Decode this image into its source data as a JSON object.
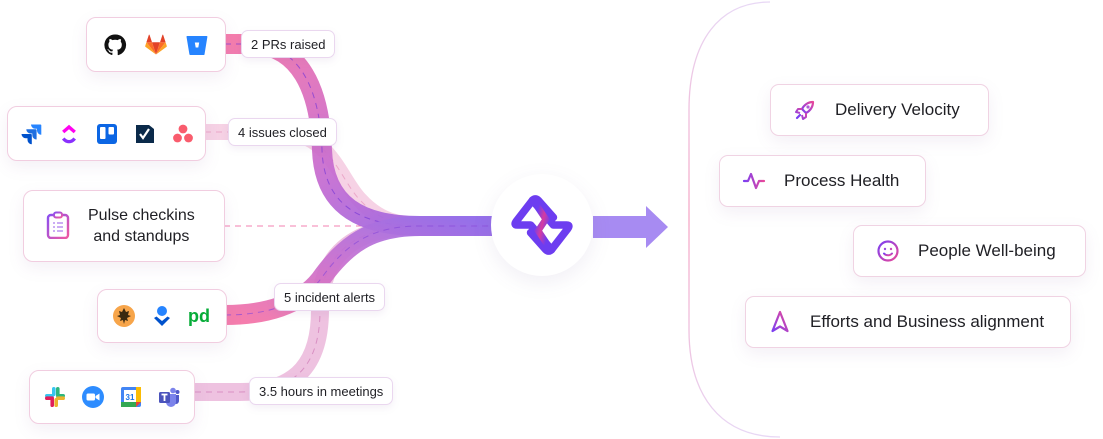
{
  "sources": [
    {
      "id": "code",
      "icons": [
        "github-icon",
        "gitlab-icon",
        "bitbucket-icon"
      ],
      "metric": "2 PRs raised"
    },
    {
      "id": "issues",
      "icons": [
        "jira-icon",
        "clickup-icon",
        "trello-icon",
        "azure-boards-icon",
        "asana-icon"
      ],
      "metric": "4 issues closed"
    },
    {
      "id": "pulse",
      "icon": "clipboard-icon",
      "label_line1": "Pulse checkins",
      "label_line2": "and standups"
    },
    {
      "id": "incidents",
      "icons": [
        "opsgenie-icon",
        "opsgenie-person-icon",
        "pagerduty-icon"
      ],
      "metric": "5 incident alerts"
    },
    {
      "id": "meetings",
      "icons": [
        "slack-icon",
        "zoom-icon",
        "google-calendar-icon",
        "teams-icon"
      ],
      "metric": "3.5 hours in meetings"
    }
  ],
  "hub": {
    "icon": "hivel-logo-icon"
  },
  "outcomes": [
    {
      "label": "Delivery Velocity",
      "icon": "rocket-icon"
    },
    {
      "label": "Process Health",
      "icon": "pulse-line-icon"
    },
    {
      "label": "People Well-being",
      "icon": "smile-icon"
    },
    {
      "label": "Efforts and Business alignment",
      "icon": "navigation-arrow-icon"
    }
  ],
  "calendar_day": "31",
  "colors": {
    "pink": "#f472a6",
    "purple": "#8b63e8",
    "arrow": "#a78bf2",
    "card_border": "#f1cde0"
  }
}
